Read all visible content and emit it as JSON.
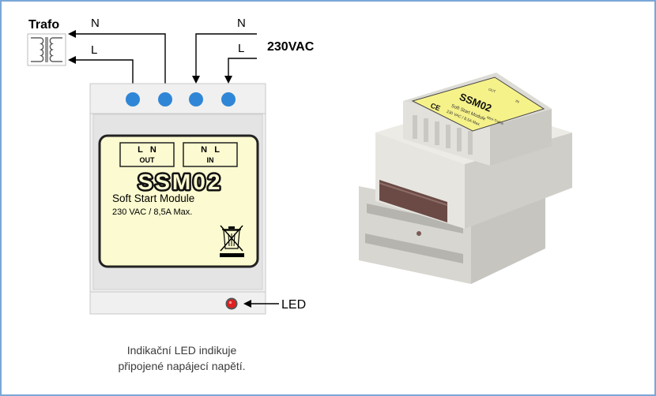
{
  "diagram": {
    "labels": {
      "trafo": "Trafo",
      "out_n": "N",
      "out_l": "L",
      "in_n": "N",
      "in_l": "L",
      "supply": "230VAC",
      "led": "LED"
    },
    "module_label": {
      "out_letters": "L   N",
      "out_caption": "OUT",
      "in_letters": "N   L",
      "in_caption": "IN",
      "model": "SSM02",
      "name": "Soft Start Module",
      "rating": "230 VAC / 8,5A Max."
    },
    "caption_lines": [
      "Indikační LED indikuje",
      "připojené napájecí napětí."
    ],
    "colors": {
      "frame_border": "#7aa7d8",
      "terminal_blue": "#2f86d6",
      "led_red": "#e02020",
      "label_yellow": "#fbfad0",
      "housing_grey": "#eeeeee"
    }
  },
  "photo": {
    "label_model": "SSM02",
    "label_name": "Soft Start Module",
    "label_rating": "230 VAC / 8,5A Max.",
    "label_brand": "Mini-Trafos",
    "label_out_caption": "OUT",
    "label_in_caption": "IN"
  }
}
